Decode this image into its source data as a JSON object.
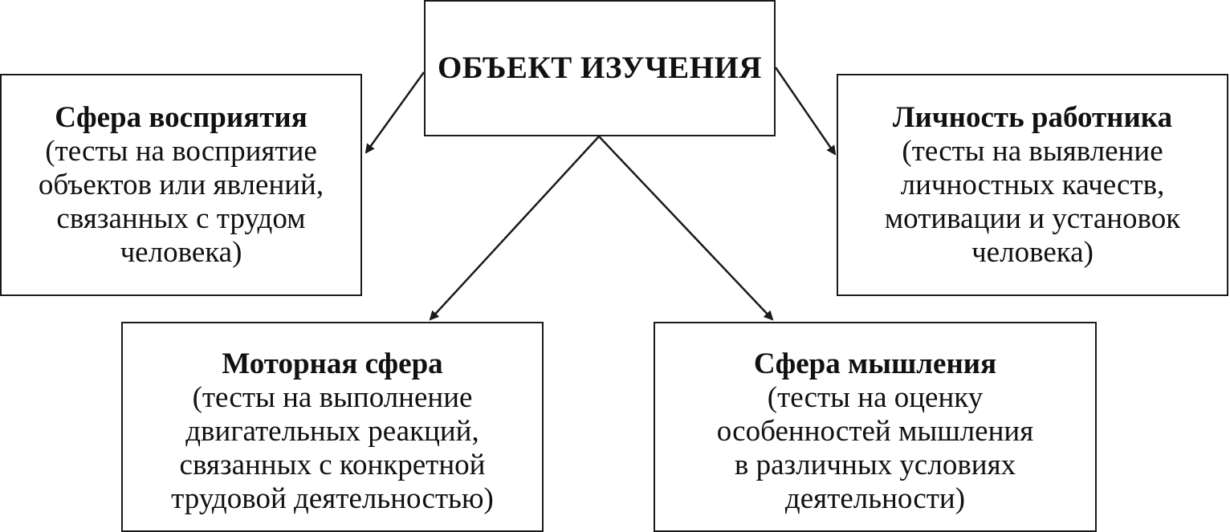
{
  "center": {
    "title": "ОБЪЕКТ ИЗУЧЕНИЯ"
  },
  "left": {
    "title": "Сфера восприятия",
    "lines": [
      "(тесты на восприятие",
      "объектов или явлений,",
      "связанных с трудом",
      "человека)"
    ]
  },
  "right": {
    "title": "Личность работника",
    "lines": [
      "(тесты на выявление",
      "личностных качеств,",
      "мотивации и установок",
      "человека)"
    ]
  },
  "bottom_left": {
    "title": "Моторная сфера",
    "lines": [
      "(тесты на выполнение",
      "двигательных реакций,",
      "связанных с конкретной",
      "трудовой деятельностью)"
    ]
  },
  "bottom_right": {
    "title": "Сфера мышления",
    "lines": [
      "(тесты на оценку",
      "особенностей мышления",
      "в различных условиях",
      "деятельности)"
    ]
  }
}
